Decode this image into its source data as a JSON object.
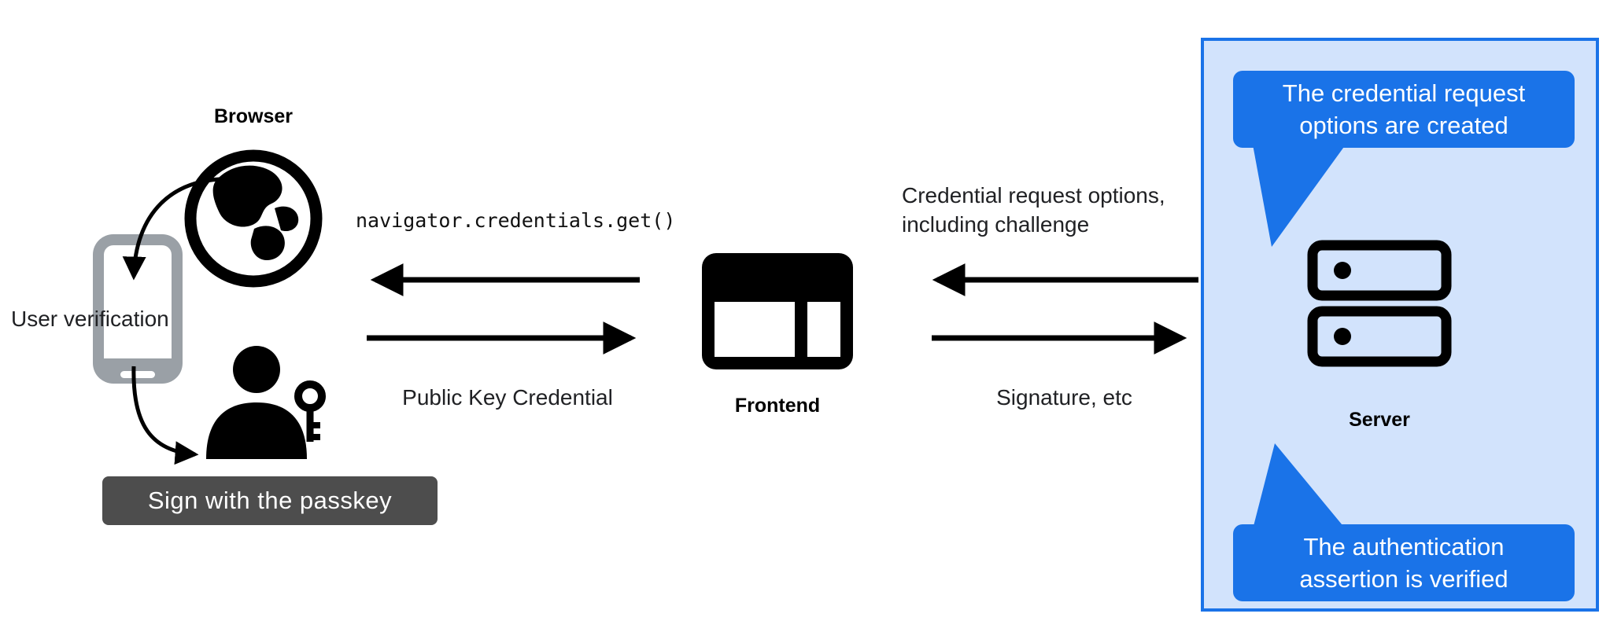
{
  "diagram": {
    "browser": {
      "label": "Browser"
    },
    "phone": {
      "label": "User verification"
    },
    "passkey": {
      "tooltip": "Sign with the passkey"
    },
    "frontend": {
      "label": "Frontend"
    },
    "server": {
      "label": "Server"
    },
    "flow_left": {
      "request": "navigator.credentials.get()",
      "response": "Public Key Credential"
    },
    "flow_right": {
      "request": "Credential request options,\nincluding challenge",
      "response": "Signature, etc"
    },
    "server_panel": {
      "top_note": "The credential request\noptions are created",
      "bottom_note": "The authentication\nassertion is verified"
    }
  },
  "colors": {
    "bubble_blue": "#1a73e8",
    "panel_bg": "#d2e3fc",
    "panel_border": "#1a73e8",
    "tooltip_bg": "#4d4d4d",
    "phone_gray": "#9aa0a6",
    "ink": "#000000"
  }
}
